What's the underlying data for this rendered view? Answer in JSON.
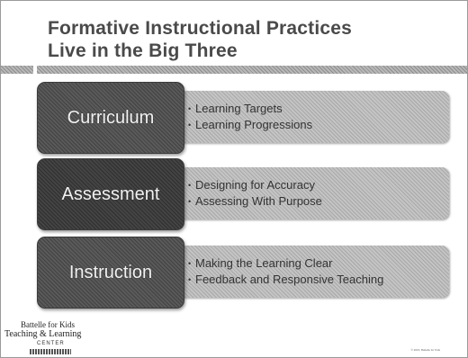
{
  "title": {
    "line1": "Formative Instructional Practices",
    "line2": "Live in the Big Three"
  },
  "rows": [
    {
      "label": "Curriculum",
      "bullets": [
        "Learning Targets",
        "Learning Progressions"
      ]
    },
    {
      "label": "Assessment",
      "bullets": [
        "Designing for Accuracy",
        "Assessing With Purpose"
      ]
    },
    {
      "label": "Instruction",
      "bullets": [
        "Making the Learning Clear",
        "Feedback and Responsive Teaching"
      ]
    }
  ],
  "logo": {
    "line1": "Battelle for Kids",
    "line2": "Teaching & Learning",
    "line3": "CENTER"
  },
  "footer": "© 2015, Battelle for Kids",
  "colors": {
    "title": "#4a4a4a",
    "box_dark": "#5a5a5a",
    "box_darker": "#444444",
    "bar": "#c4c4c4",
    "band": "#b8b8b8"
  }
}
